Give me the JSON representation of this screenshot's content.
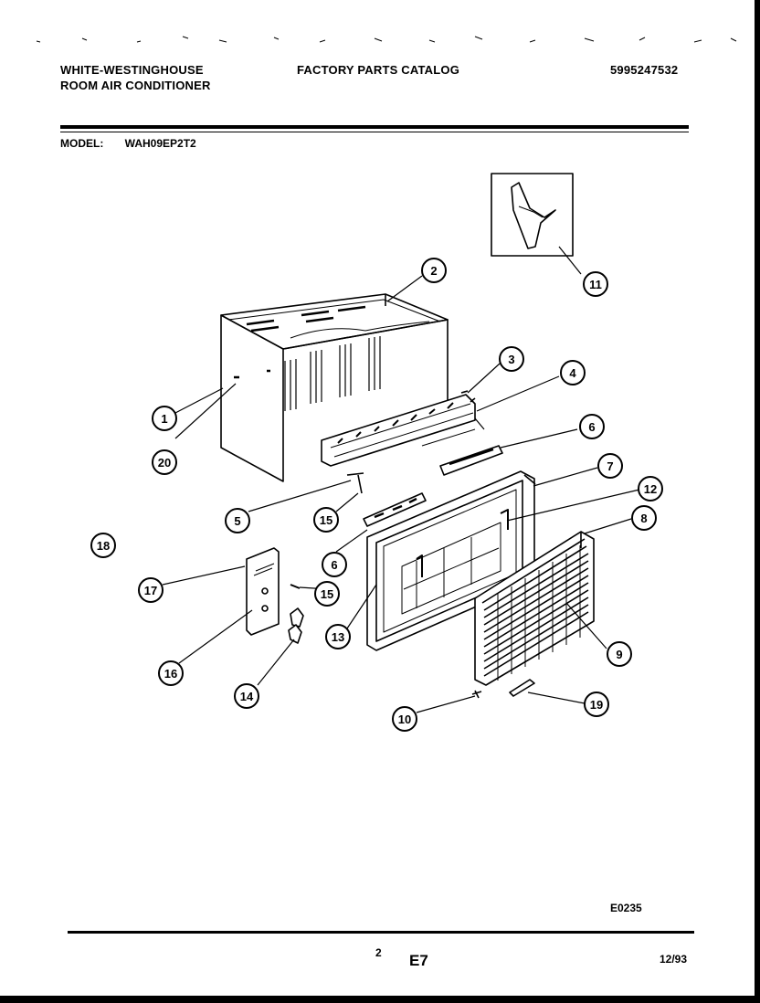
{
  "header": {
    "brand_line1": "WHITE-WESTINGHOUSE",
    "brand_line2": "ROOM AIR CONDITIONER",
    "catalog_title": "FACTORY PARTS CATALOG",
    "part_number": "5995247532"
  },
  "model": {
    "label": "MODEL:",
    "value": "WAH09EP2T2"
  },
  "callouts": [
    {
      "id": "1",
      "label": "1"
    },
    {
      "id": "2",
      "label": "2"
    },
    {
      "id": "3",
      "label": "3"
    },
    {
      "id": "4",
      "label": "4"
    },
    {
      "id": "5",
      "label": "5"
    },
    {
      "id": "6a",
      "label": "6"
    },
    {
      "id": "6b",
      "label": "6"
    },
    {
      "id": "7",
      "label": "7"
    },
    {
      "id": "8",
      "label": "8"
    },
    {
      "id": "9",
      "label": "9"
    },
    {
      "id": "10",
      "label": "10"
    },
    {
      "id": "11",
      "label": "11"
    },
    {
      "id": "12",
      "label": "12"
    },
    {
      "id": "13",
      "label": "13"
    },
    {
      "id": "14",
      "label": "14"
    },
    {
      "id": "15a",
      "label": "15"
    },
    {
      "id": "15b",
      "label": "15"
    },
    {
      "id": "16",
      "label": "16"
    },
    {
      "id": "17",
      "label": "17"
    },
    {
      "id": "18",
      "label": "18"
    },
    {
      "id": "19",
      "label": "19"
    },
    {
      "id": "20",
      "label": "20"
    }
  ],
  "footer": {
    "drawing_code": "E0235",
    "page_number": "2",
    "section": "E7",
    "date": "12/93"
  }
}
